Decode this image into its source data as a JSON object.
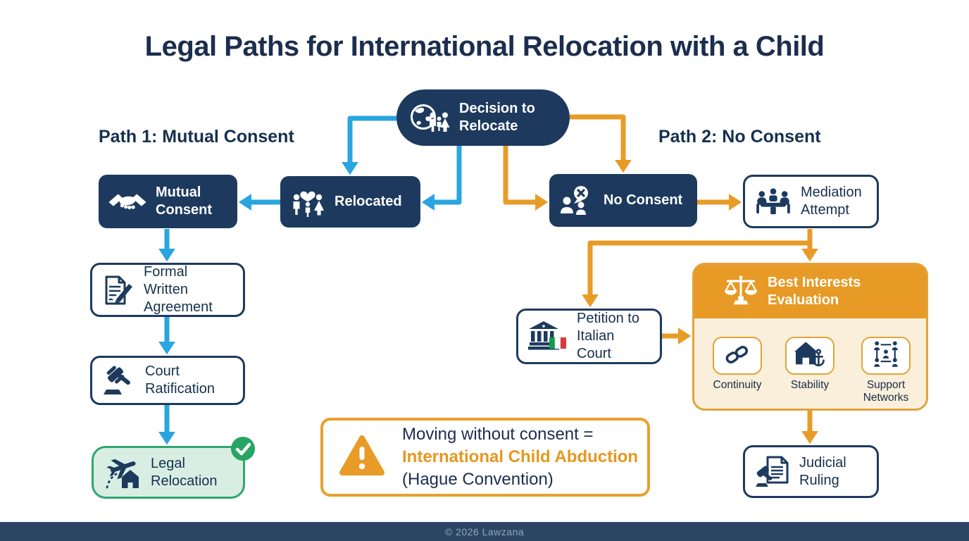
{
  "title": "Legal Paths for International Relocation with a Child",
  "path1": {
    "heading": "Path 1: Mutual Consent"
  },
  "path2": {
    "heading": "Path 2: No Consent"
  },
  "nodes": {
    "decision": {
      "label": "Decision to Relocate",
      "icon": "globe-family-icon"
    },
    "relocated": {
      "label": "Relocated",
      "icon": "family-heart-icon"
    },
    "mutual_consent": {
      "label": "Mutual Consent",
      "icon": "handshake-icon"
    },
    "formal_agreement": {
      "label": "Formal Written Agreement",
      "icon": "document-pen-icon"
    },
    "court_ratification": {
      "label": "Court Ratification",
      "icon": "gavel-icon"
    },
    "legal_relocation": {
      "label": "Legal Relocation",
      "icon": "plane-house-icon",
      "status_icon": "check-icon"
    },
    "no_consent": {
      "label": "No Consent",
      "icon": "people-dispute-icon"
    },
    "mediation": {
      "label": "Mediation Attempt",
      "icon": "mediation-table-icon"
    },
    "petition": {
      "label": "Petition to Italian Court",
      "icon": "italian-courthouse-icon"
    },
    "best_interests": {
      "label": "Best Interests Evaluation",
      "icon": "scales-icon",
      "factors": [
        {
          "label": "Continuity",
          "icon": "chain-link-icon"
        },
        {
          "label": "Stability",
          "icon": "house-anchor-icon"
        },
        {
          "label": "Support Networks",
          "icon": "support-network-icon"
        }
      ]
    },
    "judicial_ruling": {
      "label": "Judicial Ruling",
      "icon": "document-gavel-icon"
    }
  },
  "warning": {
    "icon": "warning-triangle-icon",
    "line1": "Moving without consent =",
    "line2": "International Child Abduction",
    "line3": "(Hague Convention)"
  },
  "footer": {
    "copyright": "© 2026 Lawzana"
  },
  "colors": {
    "navy": "#1d3a5e",
    "blue_arrow": "#2aa5df",
    "orange_arrow": "#e89c27",
    "panel_header": "#e79a25",
    "panel_body": "#faefda",
    "green_border": "#2fa770",
    "green_bg": "#d9eee3",
    "check_green": "#27a564",
    "italy_green": "#159a4a",
    "italy_red": "#d93a3e",
    "footer_bg": "#2c4563"
  }
}
